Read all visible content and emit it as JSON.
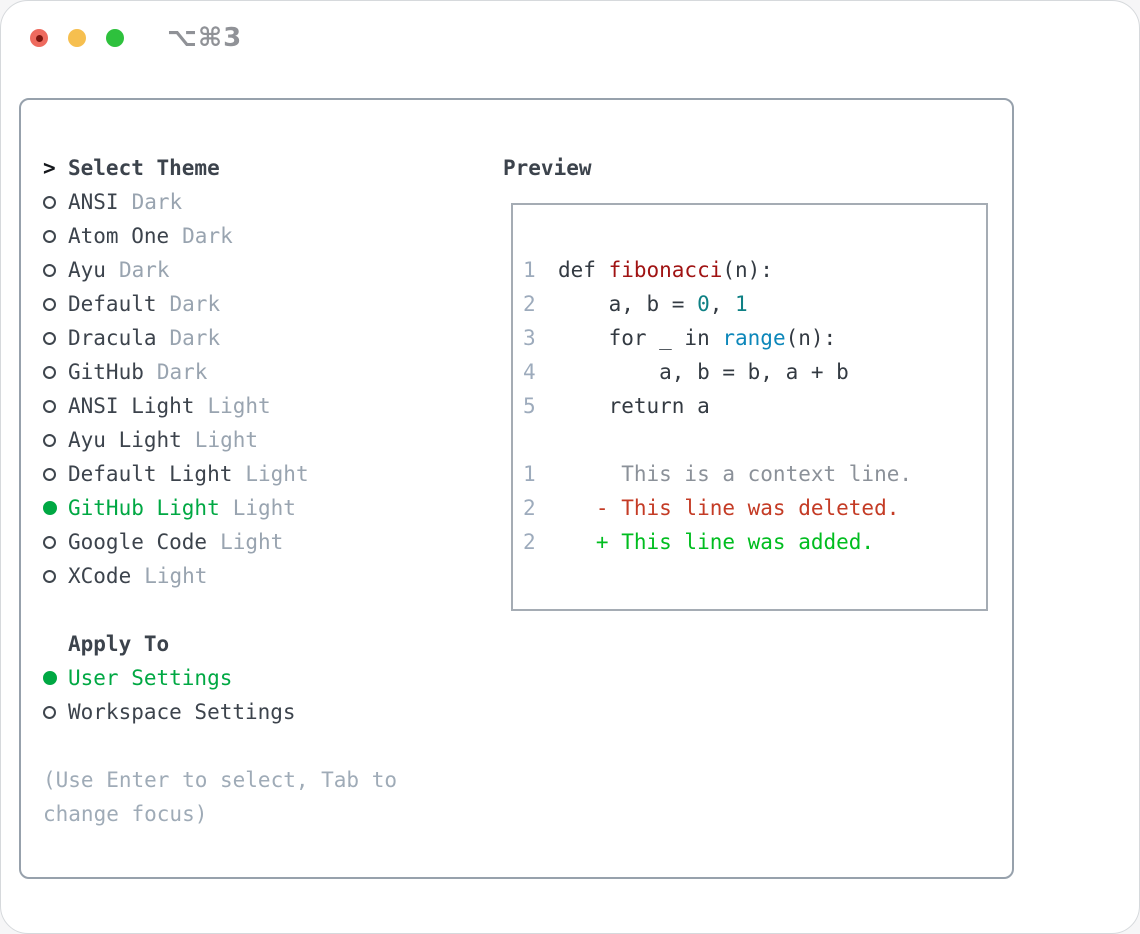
{
  "window": {
    "shortcut_label": "⌥⌘3"
  },
  "colors": {
    "accent_green_selected": "#00a843",
    "diff_added_green": "#00bd1f",
    "diff_deleted_red": "#c43b25",
    "context_gray": "#8b9199",
    "tag_gray": "#99a4b0",
    "hint_gray": "#9fabb7",
    "code_plain": "#333a42",
    "code_function_red": "#a01313",
    "code_number_teal": "#0e8084",
    "code_builtin_blue": "#0c87ba",
    "line_number_gray": "#9dabbc",
    "panel_border": "#97a1ac",
    "traffic_red": "#ee6a5e",
    "traffic_yellow": "#f6bf4f",
    "traffic_green": "#2ec13d"
  },
  "theme_picker": {
    "prompt": ">",
    "title": "Select Theme",
    "themes": [
      {
        "name": "ANSI",
        "tag": "Dark",
        "selected": false
      },
      {
        "name": "Atom One",
        "tag": "Dark",
        "selected": false
      },
      {
        "name": "Ayu",
        "tag": "Dark",
        "selected": false
      },
      {
        "name": "Default",
        "tag": "Dark",
        "selected": false
      },
      {
        "name": "Dracula",
        "tag": "Dark",
        "selected": false
      },
      {
        "name": "GitHub",
        "tag": "Dark",
        "selected": false
      },
      {
        "name": "ANSI Light",
        "tag": "Light",
        "selected": false
      },
      {
        "name": "Ayu Light",
        "tag": "Light",
        "selected": false
      },
      {
        "name": "Default Light",
        "tag": "Light",
        "selected": false
      },
      {
        "name": "GitHub Light",
        "tag": "Light",
        "selected": true
      },
      {
        "name": "Google Code",
        "tag": "Light",
        "selected": false
      },
      {
        "name": "XCode",
        "tag": "Light",
        "selected": false
      }
    ],
    "apply_to": {
      "title": "Apply To",
      "options": [
        {
          "name": "User Settings",
          "selected": true
        },
        {
          "name": "Workspace Settings",
          "selected": false
        }
      ]
    },
    "hint_line1": "(Use Enter to select, Tab to",
    "hint_line2": "change focus)"
  },
  "preview": {
    "title": "Preview",
    "lines": [
      {
        "num": "1",
        "tokens": [
          {
            "t": "def ",
            "c": "pl"
          },
          {
            "t": "fibonacci",
            "c": "fn"
          },
          {
            "t": "(n):",
            "c": "pl"
          }
        ]
      },
      {
        "num": "2",
        "tokens": [
          {
            "t": "    a, b = ",
            "c": "pl"
          },
          {
            "t": "0",
            "c": "num"
          },
          {
            "t": ", ",
            "c": "pl"
          },
          {
            "t": "1",
            "c": "num"
          }
        ]
      },
      {
        "num": "3",
        "tokens": [
          {
            "t": "    for _ in ",
            "c": "pl"
          },
          {
            "t": "range",
            "c": "bi"
          },
          {
            "t": "(n):",
            "c": "pl"
          }
        ]
      },
      {
        "num": "4",
        "tokens": [
          {
            "t": "        a, b = b, a + b",
            "c": "pl"
          }
        ]
      },
      {
        "num": "5",
        "tokens": [
          {
            "t": "    return a",
            "c": "pl"
          }
        ]
      },
      {
        "num": "",
        "tokens": []
      },
      {
        "num": "1",
        "tokens": [
          {
            "t": "     This is a context line.",
            "c": "ctx"
          }
        ]
      },
      {
        "num": "2",
        "tokens": [
          {
            "t": "   - This line was deleted.",
            "c": "del"
          }
        ]
      },
      {
        "num": "2",
        "tokens": [
          {
            "t": "   + This line was added.",
            "c": "add"
          }
        ]
      }
    ]
  }
}
